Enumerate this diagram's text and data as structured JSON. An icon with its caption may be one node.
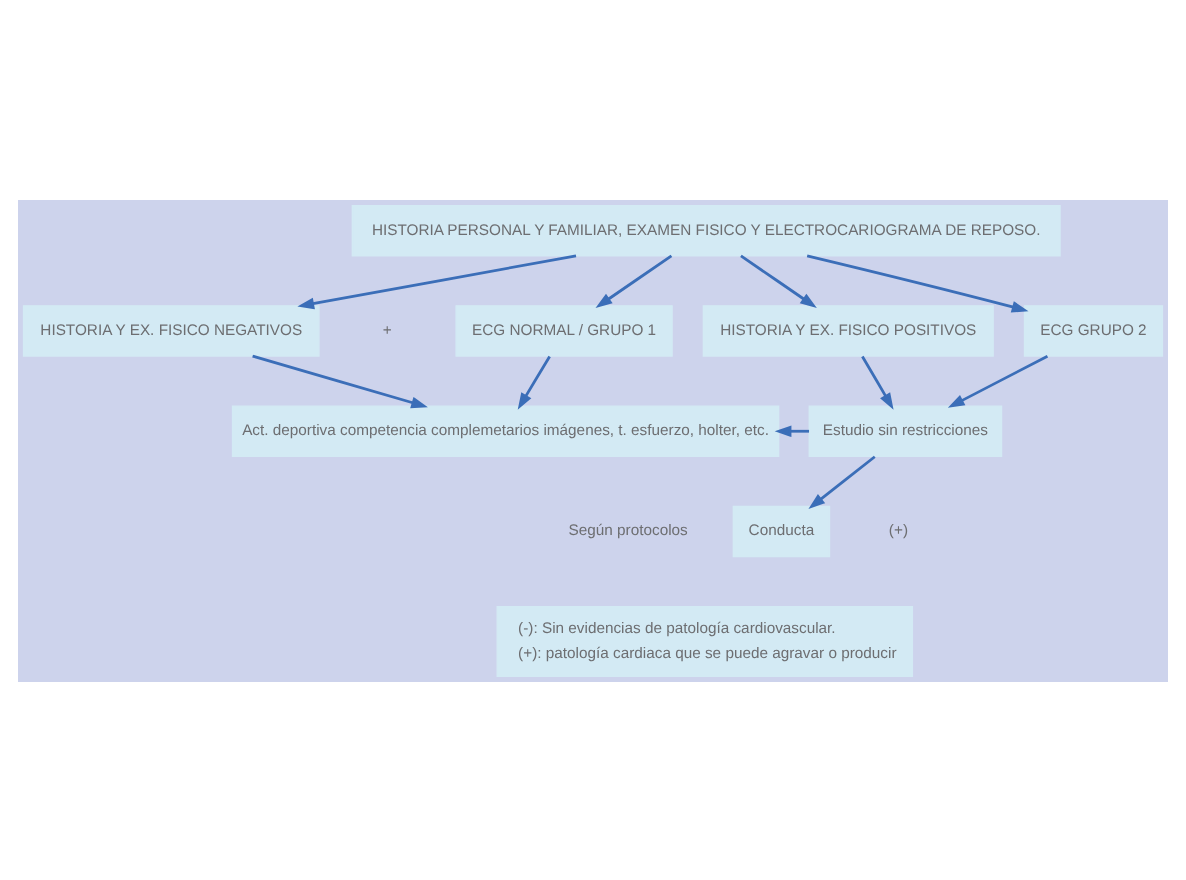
{
  "diagram": {
    "nodes": [
      {
        "text": [
          "HISTORIA PERSONAL Y FAMILIAR, EXAMEN FISICO Y ELECTROCARIOGRAMA DE REPOSO."
        ]
      },
      {
        "text": [
          "HISTORIA Y EX. FISICO NEGATIVOS"
        ]
      },
      {
        "text": [
          "ECG NORMAL / GRUPO 1"
        ]
      },
      {
        "text": [
          "HISTORIA Y EX. FISICO POSITIVOS"
        ]
      },
      {
        "text": [
          "ECG GRUPO 2"
        ]
      },
      {
        "text": [
          "Act. deportiva competencia complemetarios imágenes, t. esfuerzo, holter, etc."
        ]
      },
      {
        "text": [
          "Estudio sin restricciones"
        ]
      },
      {
        "text": [
          "Conducta"
        ]
      }
    ],
    "edges": [
      {
        "from": 0,
        "to": 1,
        "arrow": "to"
      },
      {
        "from": 0,
        "to": 2,
        "arrow": "to"
      },
      {
        "from": 0,
        "to": 3,
        "arrow": "to"
      },
      {
        "from": 0,
        "to": 4,
        "arrow": "to"
      },
      {
        "from": 1,
        "to": 5,
        "arrow": "to"
      },
      {
        "from": 2,
        "to": 5,
        "arrow": "to"
      },
      {
        "from": 3,
        "to": 6,
        "arrow": "to"
      },
      {
        "from": 4,
        "to": 6,
        "arrow": "to"
      },
      {
        "from": 6,
        "to": 5,
        "arrow": "to"
      },
      {
        "from": 6,
        "to": 7,
        "arrow": "to"
      }
    ],
    "labels": [
      "+",
      "(+)",
      "Según protocolos",
      "(-): Sin evidencias de patología cardiovascular.",
      "(+): patología cardiaca que se puede agravar o producir"
    ]
  }
}
